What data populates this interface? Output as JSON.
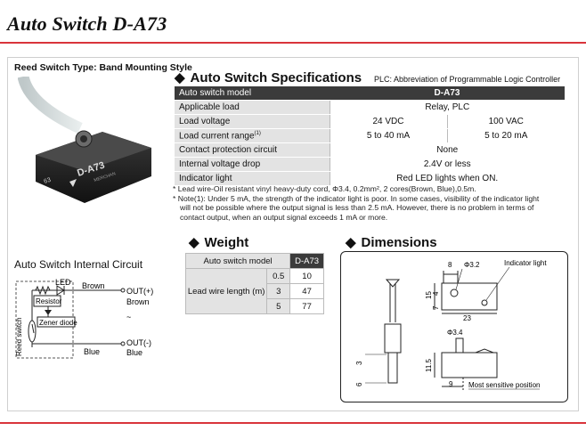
{
  "page_title": "Auto Switch D-A73",
  "left_caption": "Reed Switch Type: Band Mounting Style",
  "product_label": {
    "model": "D-A73",
    "code": "63",
    "brand": "MERCHAN"
  },
  "specs": {
    "heading": "Auto Switch Specifications",
    "plc_note": "PLC: Abbreviation of Programmable Logic Controller",
    "rows": [
      {
        "label": "Auto switch model",
        "values": [
          "D-A73"
        ]
      },
      {
        "label": "Applicable load",
        "values": [
          "Relay, PLC"
        ]
      },
      {
        "label": "Load voltage",
        "values": [
          "24 VDC",
          "100 VAC"
        ]
      },
      {
        "label": "Load current range",
        "sup": "(1)",
        "values": [
          "5 to 40 mA",
          "5 to 20 mA"
        ]
      },
      {
        "label": "Contact protection circuit",
        "values": [
          "None"
        ]
      },
      {
        "label": "Internal voltage drop",
        "values": [
          "2.4V or less"
        ]
      },
      {
        "label": "Indicator light",
        "values": [
          "Red LED lights when ON."
        ]
      }
    ],
    "note1": "* Lead wire-Oil resistant vinyl heavy-duty cord, Φ3.4, 0.2mm², 2 cores(Brown, Blue),0.5m.",
    "note2": "* Note(1): Under 5 mA, the strength of the indicator light is poor. In some cases, visibility of the indicator light",
    "note3": "will not be possible where the output signal is less than 2.5 mA. However, there is no problem in terms of",
    "note4": "contact output, when an output signal exceeds 1 mA or more."
  },
  "weight": {
    "heading": "Weight",
    "col_model": "Auto switch model",
    "col_value": "D-A73",
    "row_label": "Lead wire length (m)",
    "rows": [
      {
        "length": "0.5",
        "weight": "10"
      },
      {
        "length": "3",
        "weight": "47"
      },
      {
        "length": "5",
        "weight": "77"
      }
    ]
  },
  "circuit": {
    "heading": "Auto Switch Internal Circuit",
    "led": "LED",
    "resistor": "Resistor",
    "zener": "Zener diode",
    "reed": "Reed switch",
    "brown": "Brown",
    "blue": "Blue",
    "out_plus": "OUT(+)",
    "out_plus_color": "Brown",
    "tilde": "~",
    "out_minus": "OUT(-)",
    "out_minus_color": "Blue"
  },
  "dimensions": {
    "heading": "Dimensions",
    "d8": "8",
    "phi32": "Φ3.2",
    "indicator": "Indicator light",
    "d15": "15",
    "d4": "4",
    "d7": "7",
    "d23": "23",
    "phi34": "Φ3.4",
    "d3": "3",
    "d6": "6",
    "d115": "11.5",
    "d9": "9",
    "most_sensitive": "Most sensitive position"
  },
  "colors": {
    "accent_red": "#d9343b",
    "header_dark": "#3b3b3b",
    "label_gray": "#e3e3e3"
  }
}
